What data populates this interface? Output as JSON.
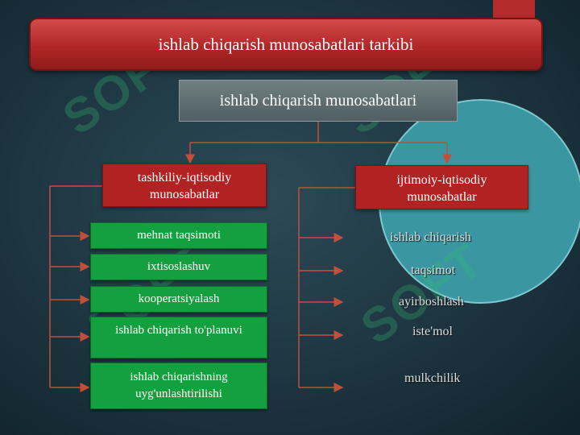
{
  "title": "ishlab chiqarish munosabatlari tarkibi",
  "root": "ishlab chiqarish munosabatlari",
  "left_branch": {
    "header": [
      "tashkiliy-iqtisodiy",
      "munosabatlar"
    ],
    "items": [
      [
        "mehnat taqsimoti"
      ],
      [
        "ixtisoslashuv"
      ],
      [
        "kooperatsiyalash"
      ],
      [
        "ishlab chiqarish to'planuvi"
      ],
      [
        "ishlab chiqarishning",
        "uyg'unlashtirilishi"
      ]
    ]
  },
  "right_branch": {
    "header": [
      "ijtimoiy-iqtisodiy",
      "munosabatlar"
    ],
    "items": [
      "ishlab chiqarish",
      "taqsimot",
      "ayirboshlash",
      "iste'mol",
      "mulkchilik"
    ]
  },
  "colors": {
    "title_red": "#b22727",
    "header_red": "#b12323",
    "item_green": "#14a03e",
    "connector": "#c0503a",
    "circle": "#3a96a0"
  },
  "watermark": "SOFT"
}
